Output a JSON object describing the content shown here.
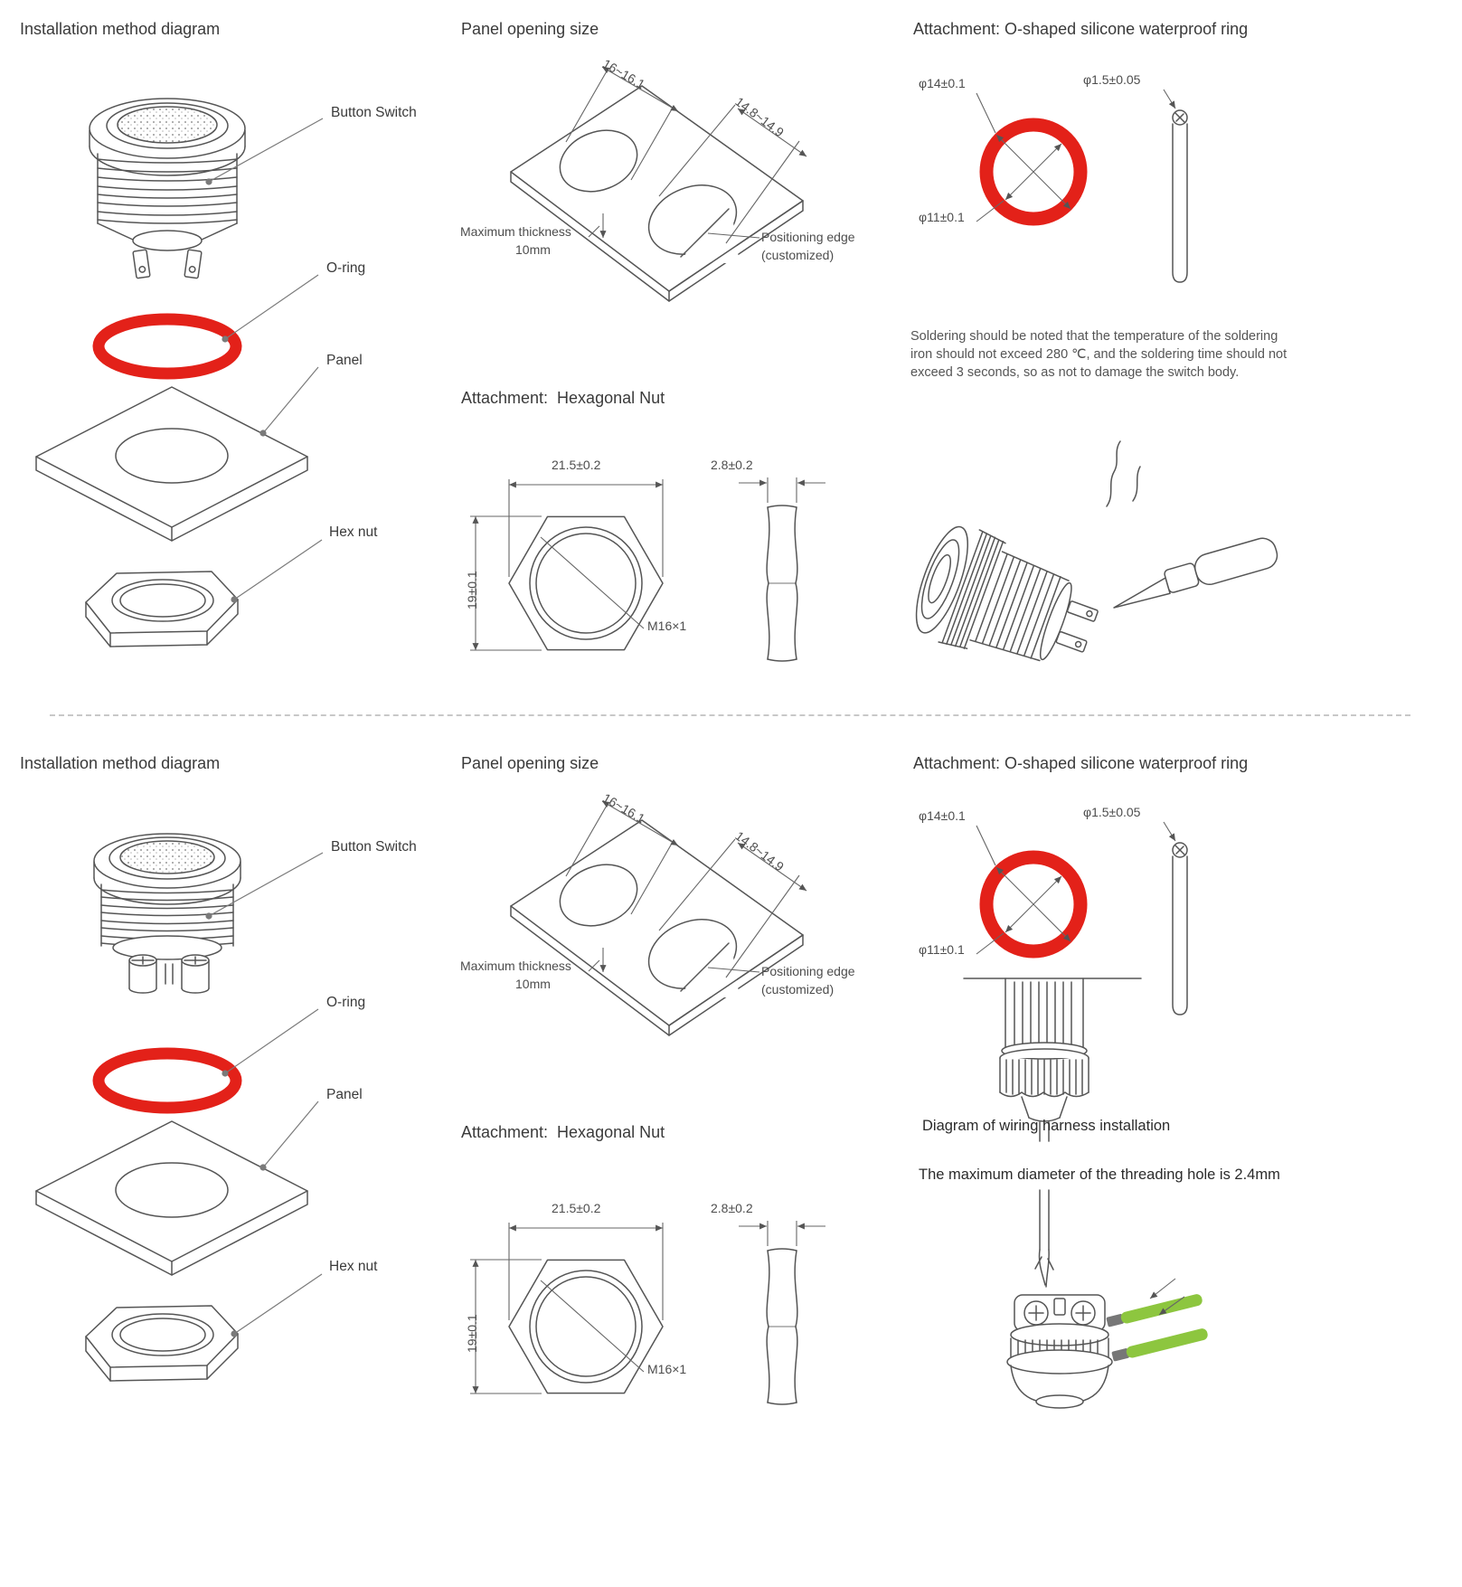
{
  "titles": {
    "installation": "Installation method diagram",
    "panel_opening": "Panel opening size",
    "oring_attachment": "Attachment: O-shaped silicone waterproof ring",
    "hexnut_attachment": "Attachment:  Hexagonal Nut"
  },
  "install_labels": {
    "button_switch": "Button Switch",
    "oring": "O-ring",
    "panel": "Panel",
    "hex_nut": "Hex nut"
  },
  "panel_dims": {
    "hole1": "16~16.1",
    "hole2": "14.8~14.9",
    "max_thickness": "Maximum thickness",
    "max_thickness_value": "10mm",
    "positioning_edge": "Positioning edge",
    "positioning_edge_note": "(customized)"
  },
  "nut_dims": {
    "across_corners": "21.5±0.2",
    "across_flats": "19±0.1",
    "thread": "M16×1",
    "thickness": "2.8±0.2"
  },
  "oring_dims": {
    "outer_diameter": "φ14±0.1",
    "inner_diameter": "φ11±0.1",
    "cross_section": "φ1.5±0.05"
  },
  "notes": {
    "soldering": "Soldering should be noted that the temperature of the soldering iron should not exceed 280 ℃, and the soldering time should not exceed 3 seconds, so as not to damage the switch body.",
    "wiring_title": "Diagram of wiring harness installation",
    "wiring_note": "The maximum diameter of the threading hole is 2.4mm"
  },
  "colors": {
    "accent_red": "#e32119",
    "wire_green": "#8dc63f",
    "line_gray": "#555555"
  }
}
